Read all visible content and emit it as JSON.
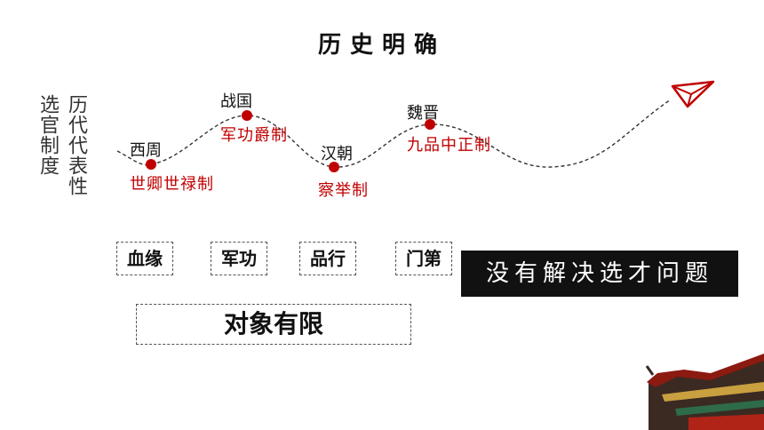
{
  "title": "历史明确",
  "left_label": {
    "col1": "选官制度",
    "col2": "历代代表性"
  },
  "eras": [
    {
      "name": "西周",
      "system": "世卿世禄制"
    },
    {
      "name": "战国",
      "system": "军功爵制"
    },
    {
      "name": "汉朝",
      "system": "察举制"
    },
    {
      "name": "魏晋",
      "system": "九品中正制"
    }
  ],
  "criteria": [
    "血缘",
    "军功",
    "品行",
    "门第"
  ],
  "banner": "没有解决选才问题",
  "conclusion": "对象有限",
  "colors": {
    "accent_red": "#c00000",
    "dark": "#111111"
  },
  "icons": [
    "paper-plane-icon",
    "palace-roof-icon"
  ]
}
